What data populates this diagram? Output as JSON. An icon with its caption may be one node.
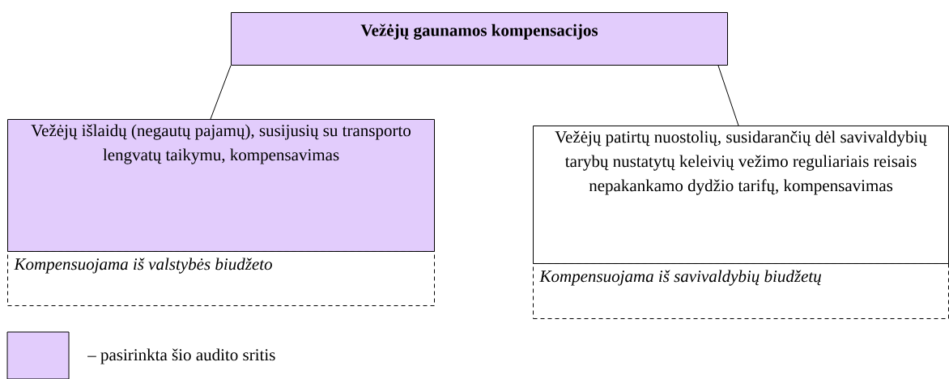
{
  "diagram": {
    "nodes": [
      {
        "text": [
          "Vežėjų gaunamos kompensacijos"
        ]
      },
      {
        "text": [
          "Vežėjų išlaidų (negautų pajamų), susijusių su transporto lengvatų taikymu, kompensavimas"
        ]
      },
      {
        "text": [
          "Kompensuojama iš valstybės biudžeto"
        ]
      },
      {
        "text": [
          "Vežėjų patirtų nuostolių, susidarančių dėl savivaldybių tarybų nustatytų keleivių vežimo reguliariais reisais nepakankamo dydžio tarifų, kompensavimas"
        ]
      },
      {
        "text": [
          "Kompensuojama iš savivaldybių biudžetų"
        ]
      }
    ],
    "edges": [
      {
        "from": 0,
        "to": 1,
        "arrow": "none"
      },
      {
        "from": 0,
        "to": 3,
        "arrow": "none"
      }
    ],
    "legend": [
      {
        "text": "– pasirinkta šio audito sritis",
        "color": "#e2ccfc"
      }
    ]
  }
}
